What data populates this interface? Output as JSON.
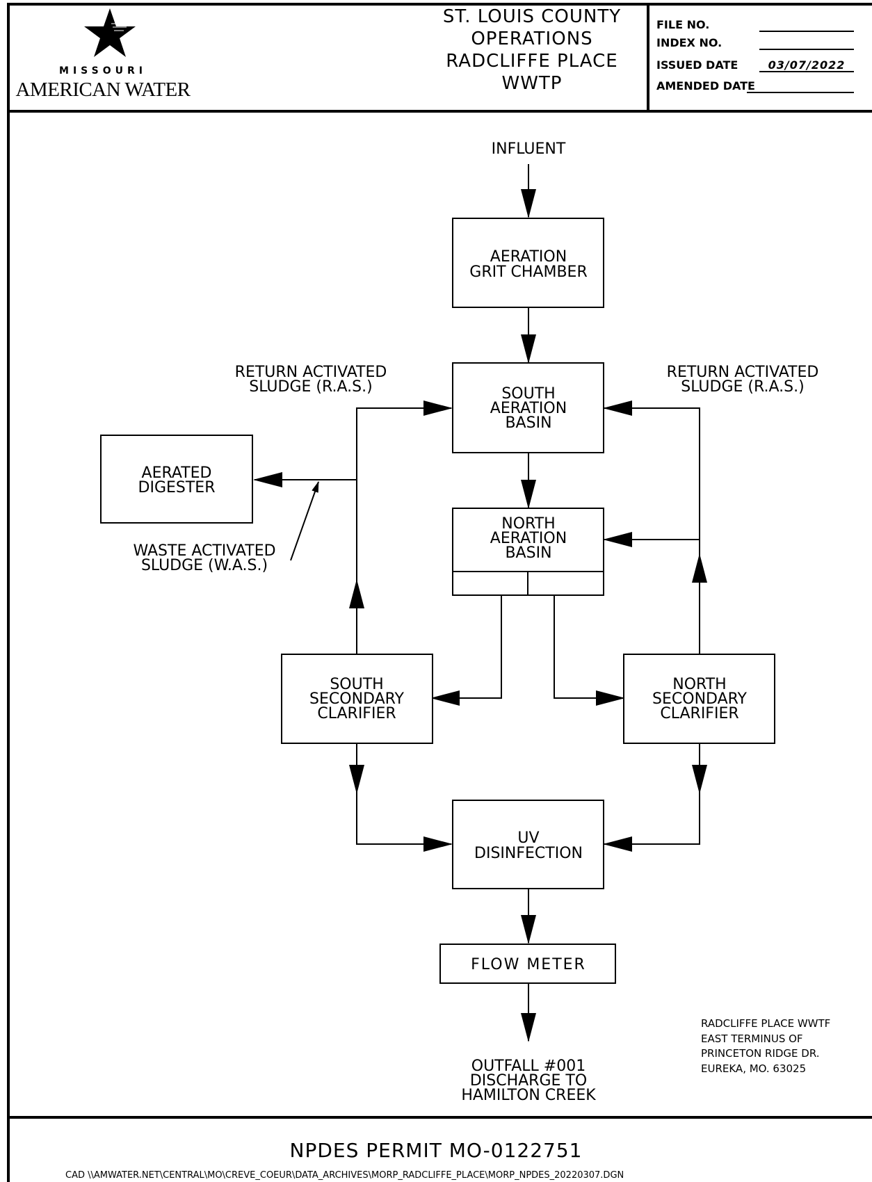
{
  "header": {
    "logo": {
      "brand_line": "MISSOURI",
      "company_line": "AMERICAN WATER",
      "icon": "star-logo-icon"
    },
    "title_lines": [
      "ST. LOUIS COUNTY",
      "OPERATIONS",
      "RADCLIFFE PLACE",
      "WWTP"
    ],
    "info": {
      "file_no_label": "FILE NO.",
      "file_no_value": "",
      "index_no_label": "INDEX NO.",
      "index_no_value": "",
      "issued_date_label": "ISSUED DATE",
      "issued_date_value": "03/07/2022",
      "amended_date_label": "AMENDED DATE",
      "amended_date_value": ""
    }
  },
  "diagram": {
    "influent": "INFLUENT",
    "nodes": {
      "aeration_grit_chamber": [
        "AERATION",
        "GRIT CHAMBER"
      ],
      "south_aeration_basin": [
        "SOUTH",
        "AERATION",
        "BASIN"
      ],
      "north_aeration_basin": [
        "NORTH",
        "AERATION",
        "BASIN"
      ],
      "aerated_digester": [
        "AERATED",
        "DIGESTER"
      ],
      "south_secondary_clarifier": [
        "SOUTH",
        "SECONDARY",
        "CLARIFIER"
      ],
      "north_secondary_clarifier": [
        "NORTH",
        "SECONDARY",
        "CLARIFIER"
      ],
      "uv_disinfection": [
        "UV",
        "DISINFECTION"
      ],
      "flow_meter": [
        "FLOW METER"
      ]
    },
    "labels": {
      "ras_left": [
        "RETURN ACTIVATED",
        "SLUDGE (R.A.S.)"
      ],
      "ras_right": [
        "RETURN ACTIVATED",
        "SLUDGE (R.A.S.)"
      ],
      "was": [
        "WASTE ACTIVATED",
        "SLUDGE (W.A.S.)"
      ],
      "outfall": [
        "OUTFALL #001",
        "DISCHARGE TO",
        "HAMILTON CREEK"
      ]
    },
    "address": [
      "RADCLIFFE PLACE WWTF",
      "EAST TERMINUS OF",
      "PRINCETON RIDGE DR.",
      "EUREKA, MO. 63025"
    ]
  },
  "footer": {
    "permit": "NPDES PERMIT MO-0122751",
    "cad_path": "CAD \\\\AMWATER.NET\\CENTRAL\\MO\\CREVE_COEUR\\DATA_ARCHIVES\\MORP_RADCLIFFE_PLACE\\MORP_NPDES_20220307.DGN"
  }
}
